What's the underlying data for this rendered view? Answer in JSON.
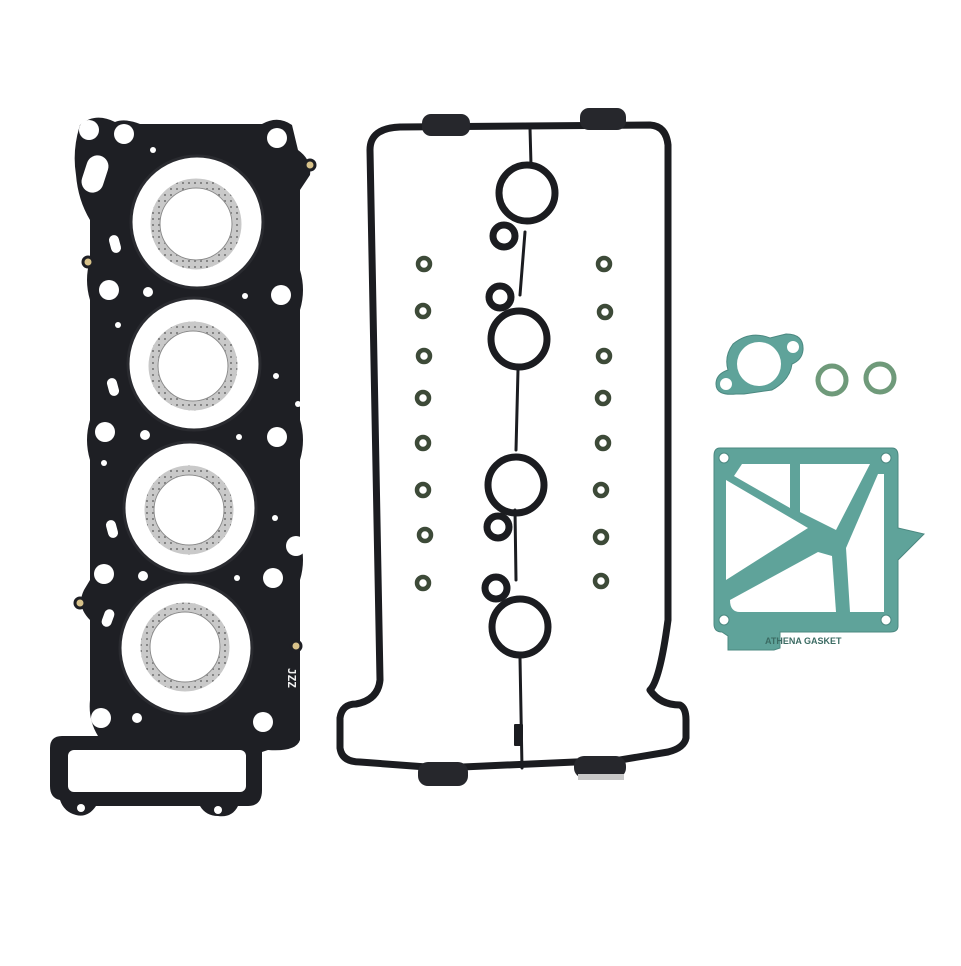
{
  "image": {
    "subject": "Engine top-end gasket kit laid out on white background",
    "background_color": "#ffffff"
  },
  "parts": {
    "head_gasket": {
      "label": "Cylinder head gasket (4-cylinder, MLS)",
      "color": "#1e1f24",
      "bore_count": 4,
      "fire_ring_color": "#bdbdbd",
      "stamp_text": "JZZ"
    },
    "valve_cover_gasket": {
      "label": "Valve cover gasket",
      "color": "#1b1c20",
      "spark_plug_seals": 4,
      "grommets": 4
    },
    "valve_stem_seals": {
      "label": "Valve stem seals",
      "count": 16,
      "color": "#3d4a38"
    },
    "cam_chain_tensioner_gasket": {
      "label": "Cam chain tensioner gasket",
      "color": "#5fa39a"
    },
    "o_rings": {
      "label": "O-rings",
      "count": 2,
      "color": "#6f9a7a"
    },
    "reed_valve_gasket": {
      "label": "Air induction / reed valve cover gasket",
      "color": "#5fa39a",
      "print_text": "ATHENA GASKET"
    }
  }
}
